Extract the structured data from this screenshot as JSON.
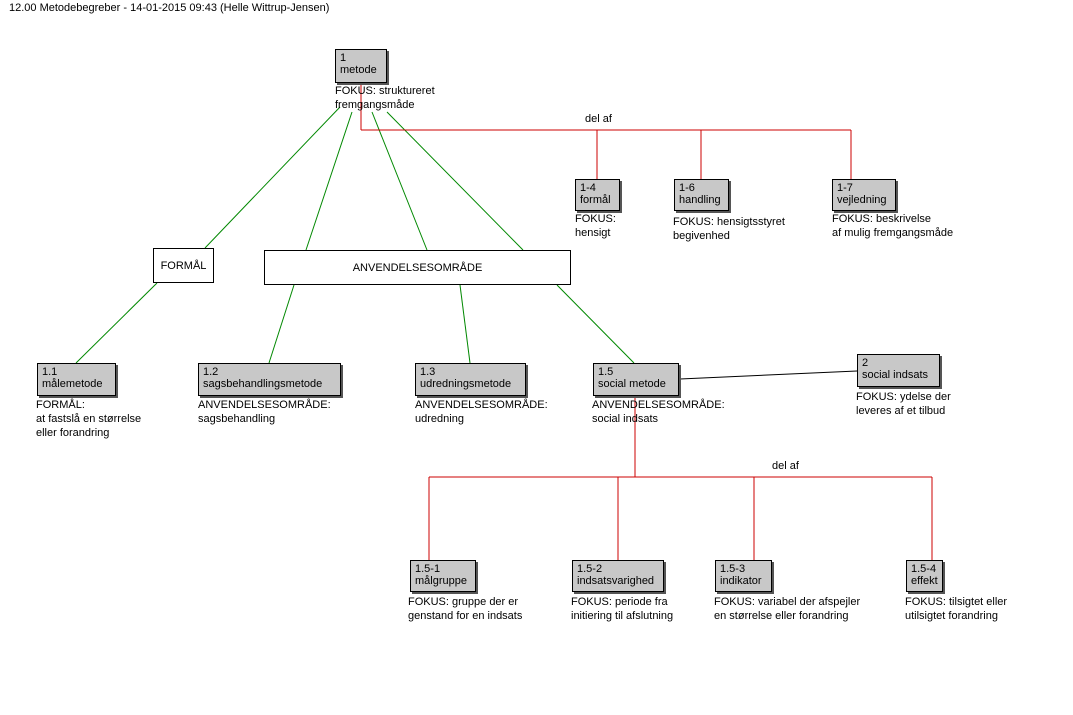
{
  "header": "12.00 Metodebegreber - 14-01-2015 09:43 (Helle Wittrup-Jensen)",
  "relation_label": "del af",
  "groups": {
    "formal": "FORMÅL",
    "anvendelse": "ANVENDELSESOMRÅDE"
  },
  "nodes": {
    "n1": {
      "id": "1",
      "name": "metode",
      "desc1": "FOKUS: struktureret",
      "desc2": "fremgangsmåde"
    },
    "n14": {
      "id": "1-4",
      "name": "formål",
      "desc1": "FOKUS:",
      "desc2": "hensigt"
    },
    "n16": {
      "id": "1-6",
      "name": "handling",
      "desc1": "FOKUS: hensigtsstyret",
      "desc2": "begivenhed"
    },
    "n17": {
      "id": "1-7",
      "name": "vejledning",
      "desc1": "FOKUS: beskrivelse",
      "desc2": "af mulig fremgangsmåde"
    },
    "n11": {
      "id": "1.1",
      "name": "målemetode",
      "desc1": "FORMÅL:",
      "desc2": "at fastslå en størrelse",
      "desc3": "eller forandring"
    },
    "n12": {
      "id": "1.2",
      "name": "sagsbehandlingsmetode",
      "desc1": "ANVENDELSESOMRÅDE:",
      "desc2": "sagsbehandling"
    },
    "n13": {
      "id": "1.3",
      "name": "udredningsmetode",
      "desc1": "ANVENDELSESOMRÅDE:",
      "desc2": "udredning"
    },
    "n15": {
      "id": "1.5",
      "name": "social metode",
      "desc1": "ANVENDELSESOMRÅDE:",
      "desc2": "social indsats"
    },
    "n2": {
      "id": "2",
      "name": "social indsats",
      "desc1": "FOKUS: ydelse der",
      "desc2": "leveres af et tilbud"
    },
    "n151": {
      "id": "1.5-1",
      "name": "målgruppe",
      "desc1": "FOKUS: gruppe der er",
      "desc2": "genstand for en indsats"
    },
    "n152": {
      "id": "1.5-2",
      "name": "indsatsvarighed",
      "desc1": "FOKUS: periode fra",
      "desc2": "initiering til afslutning"
    },
    "n153": {
      "id": "1.5-3",
      "name": "indikator",
      "desc1": "FOKUS: variabel der afspejler",
      "desc2": "en størrelse eller forandring"
    },
    "n154": {
      "id": "1.5-4",
      "name": "effekt",
      "desc1": "FOKUS: tilsigtet eller",
      "desc2": "utilsigtet forandring"
    }
  },
  "colors": {
    "partof": "#cc0000",
    "type": "#008800",
    "assoc": "#000000",
    "box": "#c8c8c8"
  }
}
